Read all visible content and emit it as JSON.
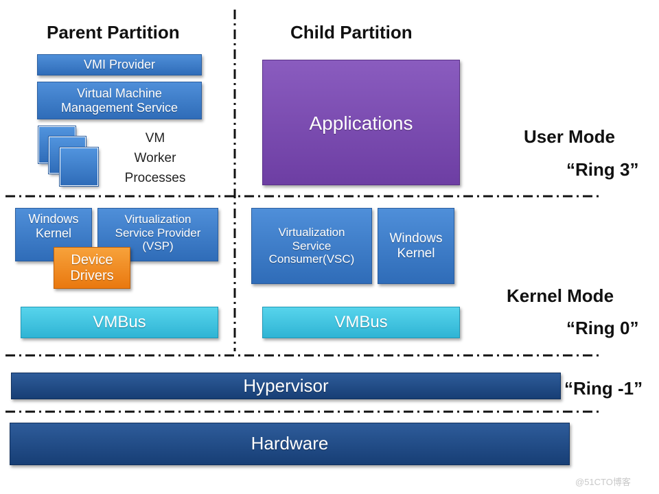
{
  "headings": {
    "parent": "Parent Partition",
    "child": "Child Partition"
  },
  "parent_user": {
    "vmi_provider": "VMI Provider",
    "vmms_line1": "Virtual Machine",
    "vmms_line2": "Management Service",
    "worker_line1": "VM",
    "worker_line2": "Worker",
    "worker_line3": "Processes"
  },
  "child_user": {
    "applications": "Applications"
  },
  "parent_kernel": {
    "windows_kernel_line1": "Windows",
    "windows_kernel_line2": "Kernel",
    "vsp_line1": "Virtualization",
    "vsp_line2": "Service Provider",
    "vsp_line3": "(VSP)",
    "device_drivers_line1": "Device",
    "device_drivers_line2": "Drivers",
    "vmbus": "VMBus"
  },
  "child_kernel": {
    "vsc_line1": "Virtualization",
    "vsc_line2": "Service",
    "vsc_line3": "Consumer(VSC)",
    "windows_kernel_line1": "Windows",
    "windows_kernel_line2": "Kernel",
    "vmbus": "VMBus"
  },
  "layers": {
    "hypervisor": "Hypervisor",
    "hardware": "Hardware"
  },
  "rings": {
    "user_mode": "User Mode",
    "ring3": "“Ring 3”",
    "kernel_mode": "Kernel Mode",
    "ring0": "“Ring 0”",
    "ring_minus1": "“Ring -1”"
  },
  "watermark": "@51CTO博客",
  "colors": {
    "blue": "#3a7bc8",
    "purple": "#7b4db0",
    "orange": "#f08a1f",
    "cyan": "#40c4e0",
    "navy": "#1f4b86"
  }
}
